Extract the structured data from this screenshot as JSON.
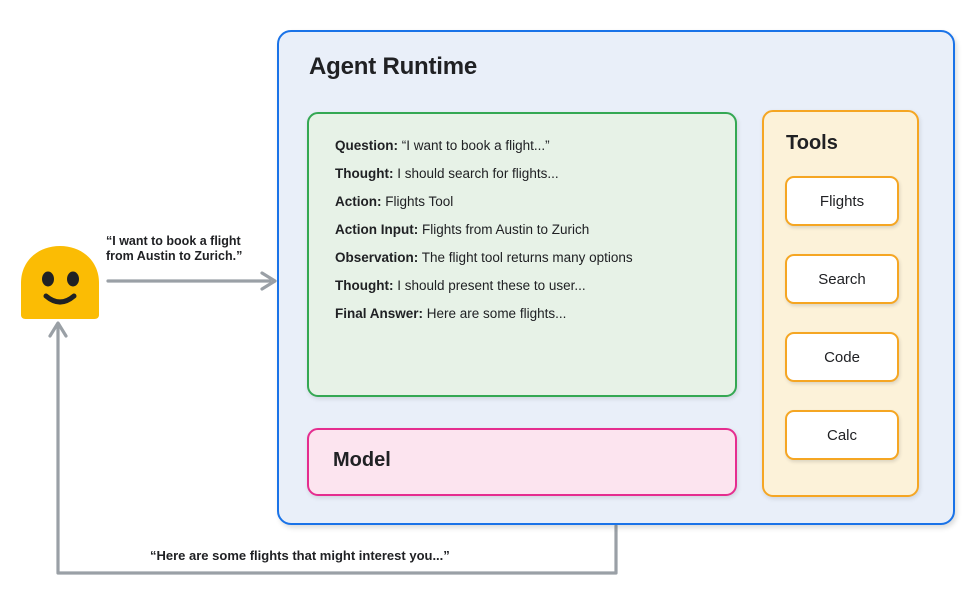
{
  "diagram": {
    "title": "Agent Runtime architecture with ReAct trace, model and tools"
  },
  "user": {
    "avatar_icon": "smiling-face-avatar-icon",
    "avatar_color": "#fbbc04",
    "request_text": "“I want to book a flight\nfrom Austin to Zurich.”",
    "response_text": "“Here are some flights that might interest you...”"
  },
  "runtime": {
    "title": "Agent Runtime",
    "border_color": "#1a73e8",
    "fill_color": "#e9eff9"
  },
  "trace": {
    "border_color": "#34a853",
    "fill_color": "#e7f2e7",
    "lines": [
      {
        "label": "Question:",
        "value": "“I want to book a flight...”"
      },
      {
        "label": "Thought:",
        "value": "I should search for flights..."
      },
      {
        "label": "Action:",
        "value": "Flights Tool"
      },
      {
        "label": "Action Input:",
        "value": "Flights from Austin to Zurich"
      },
      {
        "label": "Observation:",
        "value": "The flight tool returns many options"
      },
      {
        "label": "Thought:",
        "value": "I should present these to user..."
      },
      {
        "label": "Final Answer:",
        "value": "Here are some flights..."
      }
    ]
  },
  "model": {
    "title": "Model",
    "border_color": "#e52d8f",
    "fill_color": "#fce4ef"
  },
  "tools": {
    "title": "Tools",
    "border_color": "#f5a623",
    "fill_color": "#fcf2d9",
    "items": [
      {
        "label": "Flights"
      },
      {
        "label": "Search"
      },
      {
        "label": "Code"
      },
      {
        "label": "Calc"
      }
    ]
  },
  "connectors": {
    "arrow_color": "#9aa0a6",
    "request_arrow_name": "user-to-runtime-arrow",
    "response_arrow_name": "runtime-to-user-arrow"
  }
}
